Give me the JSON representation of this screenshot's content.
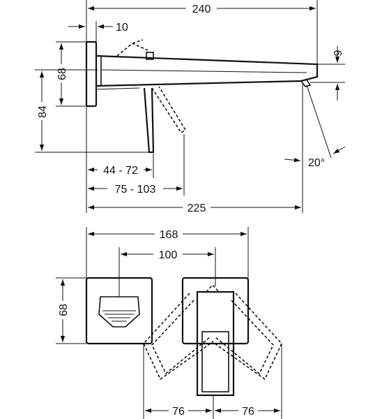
{
  "side_view": {
    "dim_overall_length": "240",
    "dim_plate_thickness": "10",
    "dim_spout_height": "68",
    "dim_spout_thickness": "9",
    "dim_lever_height": "84",
    "dim_lever_range_a": "44 - 72",
    "dim_lever_range_b": "75 - 103",
    "dim_projection": "225",
    "dim_angle": "20°"
  },
  "front_view": {
    "dim_plate_span": "168",
    "dim_center_distance": "100",
    "dim_plate_height": "68",
    "dim_lever_swing_left": "76",
    "dim_lever_swing_right": "76"
  }
}
